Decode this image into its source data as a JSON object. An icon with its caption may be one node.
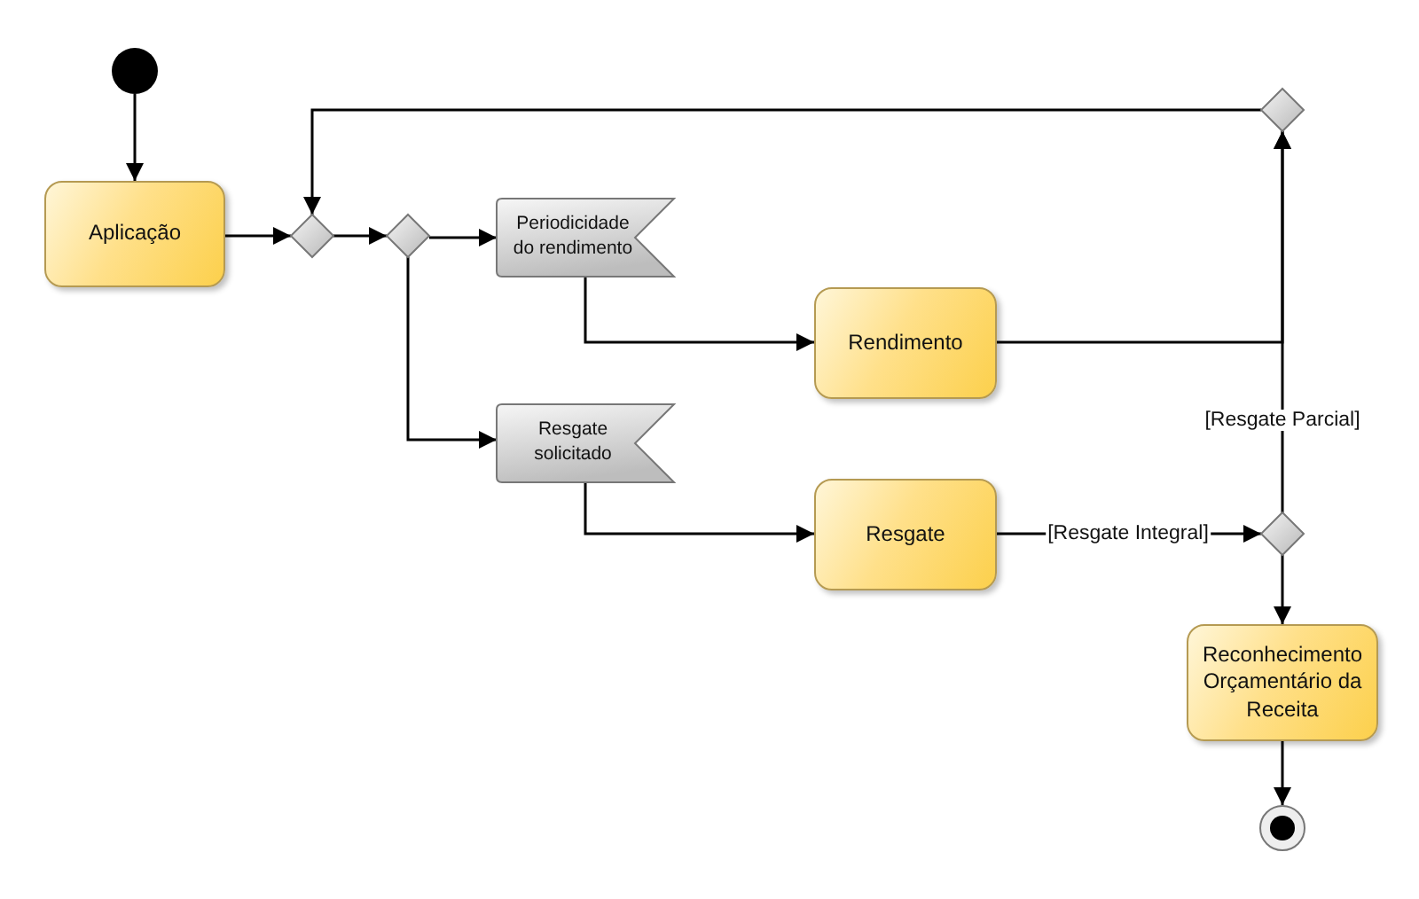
{
  "diagram": {
    "nodes": [
      {
        "text": [],
        "shape": "circle"
      },
      {
        "text": [
          "Aplicação"
        ]
      },
      {
        "text": [],
        "shape": "diamond"
      },
      {
        "text": [],
        "shape": "diamond"
      },
      {
        "text": [
          "Periodicidade do rendimento"
        ]
      },
      {
        "text": [
          "Resgate solicitado"
        ]
      },
      {
        "text": [
          "Rendimento"
        ]
      },
      {
        "text": [
          "Resgate"
        ]
      },
      {
        "text": [],
        "shape": "diamond"
      },
      {
        "text": [],
        "shape": "diamond"
      },
      {
        "text": [
          "Reconhecimento Orçamentário da Receita"
        ]
      },
      {
        "text": [],
        "shape": "circle"
      }
    ],
    "edges": [
      {
        "from": 0,
        "to": 1,
        "arrow": "to"
      },
      {
        "from": 1,
        "to": 2,
        "arrow": "to"
      },
      {
        "from": 8,
        "to": 2,
        "arrow": "to"
      },
      {
        "from": 2,
        "to": 3,
        "arrow": "to"
      },
      {
        "from": 3,
        "to": 4,
        "arrow": "to"
      },
      {
        "from": 3,
        "to": 5,
        "arrow": "to"
      },
      {
        "from": 4,
        "to": 6,
        "arrow": "to"
      },
      {
        "from": 5,
        "to": 7,
        "arrow": "to"
      },
      {
        "from": 6,
        "to": 8,
        "arrow": "to"
      },
      {
        "from": 7,
        "to": 9,
        "arrow": "to",
        "label": "[Resgate Integral]"
      },
      {
        "from": 9,
        "to": 8,
        "arrow": "to",
        "label": "[Resgate Parcial]"
      },
      {
        "from": 9,
        "to": 10,
        "arrow": "to"
      },
      {
        "from": 10,
        "to": 11,
        "arrow": "to"
      }
    ]
  }
}
